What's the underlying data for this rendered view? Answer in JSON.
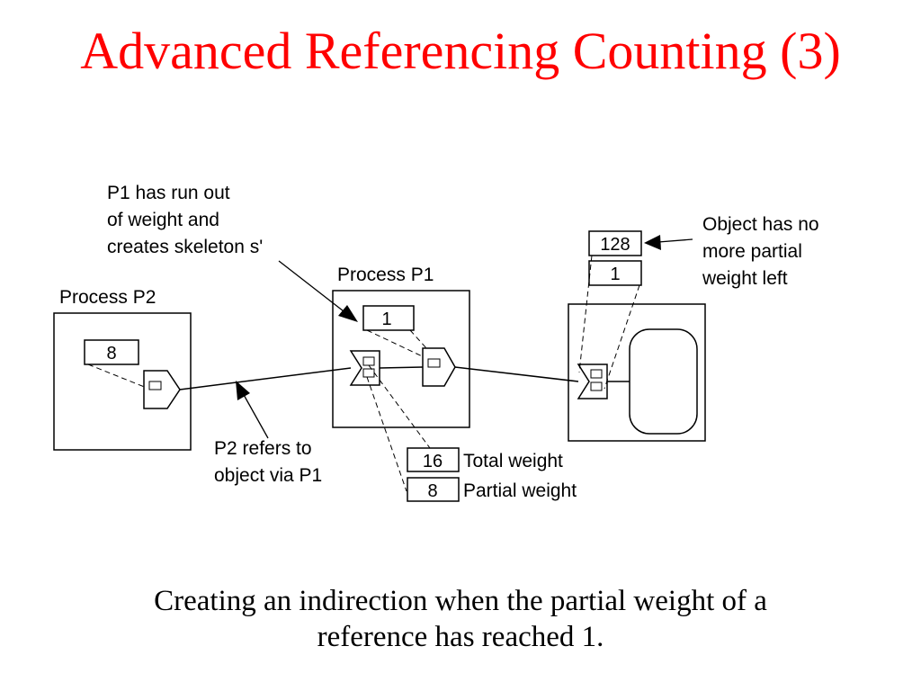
{
  "title": "Advanced Referencing Counting (3)",
  "colors": {
    "title": "#ff0000",
    "ink": "#000000",
    "background": "#ffffff"
  },
  "diagram": {
    "process_p2_label": "Process P2",
    "process_p1_label": "Process P1",
    "p2_weight": "8",
    "p1_skeleton_weight": "1",
    "object_total_weight": "128",
    "object_partial_weight": "1",
    "legend_total_value": "16",
    "legend_total_label": "Total weight",
    "legend_partial_value": "8",
    "legend_partial_label": "Partial weight",
    "note_p1": [
      "P1 has run out",
      "of weight and",
      "creates skeleton s'"
    ],
    "note_p2": [
      "P2 refers to",
      "object via P1"
    ],
    "note_object": [
      "Object has no",
      "more partial",
      "weight left"
    ]
  },
  "caption": [
    "Creating an indirection when the partial weight of a",
    "reference has reached 1."
  ]
}
